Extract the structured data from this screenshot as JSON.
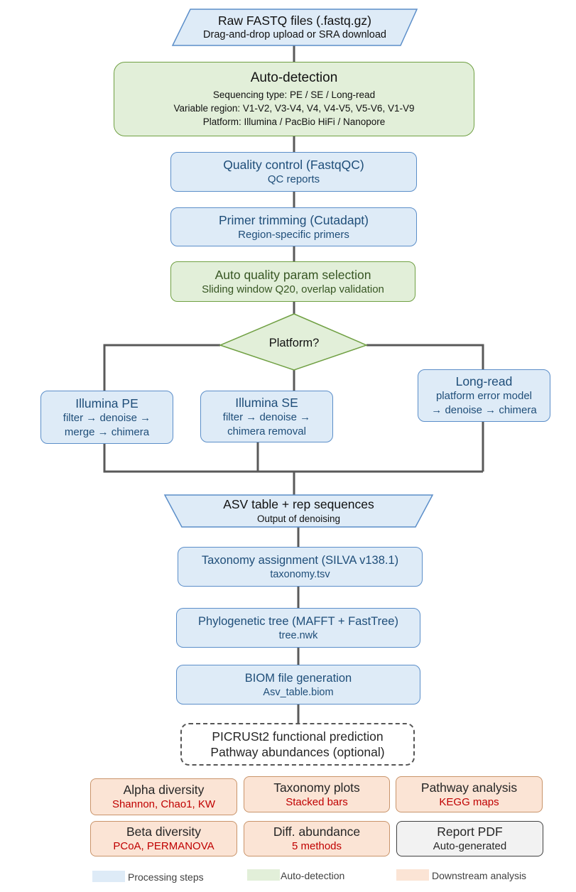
{
  "input": {
    "title": "Raw FASTQ files (.fastq.gz)",
    "subtitle": "Drag-and-drop upload or SRA download"
  },
  "autodetect": {
    "title": "Auto-detection",
    "lines": [
      "Sequencing type: PE / SE / Long-read",
      "Variable region: V1-V2, V3-V4, V4, V4-V5, V5-V6, V1-V9",
      "Platform: Illumina / PacBio HiFi / Nanopore"
    ]
  },
  "qc": {
    "title": "Quality control (FastqQC)",
    "subtitle": "QC reports"
  },
  "primer": {
    "title": "Primer trimming (Cutadapt)",
    "subtitle": "Region-specific primers"
  },
  "autoparam": {
    "title": "Auto quality param selection",
    "subtitle": "Sliding window Q20, overlap validation"
  },
  "decision": {
    "label": "Platform?"
  },
  "branches": {
    "illumina_pe": {
      "title": "Illumina PE",
      "line1": "filter → denoise →",
      "line2": "merge → chimera"
    },
    "illumina_se": {
      "title": "Illumina SE",
      "line1": "filter → denoise →",
      "line2": "chimera removal"
    },
    "long_read": {
      "title": "Long-read",
      "line1": "platform error model",
      "line2": "→ denoise →  chimera"
    }
  },
  "asv": {
    "title": "ASV table + rep sequences",
    "subtitle": "Output of denoising"
  },
  "taxonomy": {
    "title": "Taxonomy assignment (SILVA v138.1)",
    "subtitle": "taxonomy.tsv"
  },
  "phylo": {
    "title": "Phylogenetic tree (MAFFT + FastTree)",
    "subtitle": "tree.nwk"
  },
  "biom": {
    "title": "BIOM file generation",
    "subtitle": "Asv_table.biom"
  },
  "picrust": {
    "line1": "PICRUSt2 functional prediction",
    "line2": "Pathway abundances (optional)"
  },
  "downstream": {
    "alpha": {
      "title": "Alpha diversity",
      "subtitle": "Shannon, Chao1, KW"
    },
    "taxplots": {
      "title": "Taxonomy plots",
      "subtitle": "Stacked bars"
    },
    "pathway": {
      "title": "Pathway analysis",
      "subtitle": "KEGG maps"
    },
    "beta": {
      "title": "Beta diversity",
      "subtitle": "PCoA, PERMANOVA"
    },
    "diffabund": {
      "title": "Diff. abundance",
      "subtitle": "5 methods"
    },
    "report": {
      "title": "Report PDF",
      "subtitle": "Auto-generated"
    }
  },
  "legend": {
    "processing": "Processing steps",
    "autodetection": "Auto-detection",
    "downstream": "Downstream analysis"
  },
  "colors": {
    "processing_fill": "#deebf7",
    "autodetect_fill": "#e2efd9",
    "downstream_fill": "#fbe4d5",
    "connector": "#595959"
  }
}
